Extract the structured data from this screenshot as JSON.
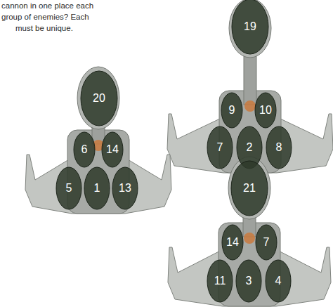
{
  "diagram": {
    "nodes": [
      {
        "text": [
          "19"
        ]
      },
      {
        "text": [
          "9"
        ]
      },
      {
        "text": [
          "10"
        ]
      },
      {
        "text": [
          "7"
        ]
      },
      {
        "text": [
          "2"
        ]
      },
      {
        "text": [
          "8"
        ]
      },
      {
        "text": [
          "20"
        ]
      },
      {
        "text": [
          "6"
        ]
      },
      {
        "text": [
          "14"
        ]
      },
      {
        "text": [
          "5"
        ]
      },
      {
        "text": [
          "1"
        ]
      },
      {
        "text": [
          "13"
        ]
      },
      {
        "text": [
          "21"
        ]
      },
      {
        "text": [
          "14"
        ]
      },
      {
        "text": [
          "7"
        ]
      },
      {
        "text": [
          "11"
        ]
      },
      {
        "text": [
          "3"
        ]
      },
      {
        "text": [
          "4"
        ]
      }
    ],
    "labels": [
      "cannon in one place each",
      "group of enemies?  Each",
      "must be unique."
    ]
  }
}
